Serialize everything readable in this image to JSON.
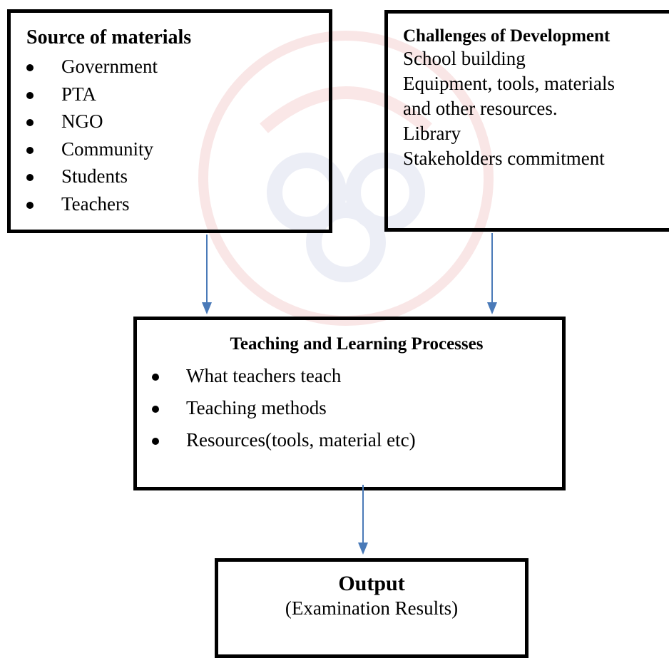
{
  "source_box": {
    "title": "Source of materials",
    "items": [
      "Government",
      "PTA",
      "NGO",
      "Community",
      "Students",
      "Teachers"
    ]
  },
  "challenges_box": {
    "title": "Challenges of Development",
    "lines": [
      "School building",
      "Equipment, tools, materials",
      "and other resources.",
      "Library",
      "Stakeholders commitment"
    ]
  },
  "process_box": {
    "title": "Teaching and Learning Processes",
    "items": [
      "What teachers teach",
      "Teaching methods",
      "Resources(tools, material etc)"
    ]
  },
  "output_box": {
    "title": "Output",
    "subtitle": "(Examination Results)"
  },
  "colors": {
    "arrow": "#4a7ab8",
    "border": "#000000",
    "watermark": "#f3c9c9"
  }
}
